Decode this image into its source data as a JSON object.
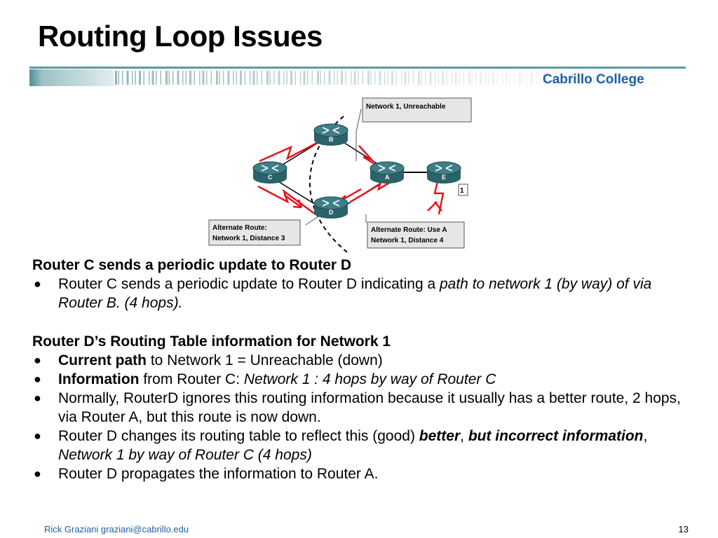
{
  "title": "Routing Loop Issues",
  "college": "Cabrillo College",
  "diagram": {
    "routers": [
      {
        "label": "B"
      },
      {
        "label": "C"
      },
      {
        "label": "A"
      },
      {
        "label": "E"
      },
      {
        "label": "D"
      }
    ],
    "network_tag": "1",
    "callouts": {
      "top": "Network 1, Unreachable",
      "left_line1": "Alternate Route:",
      "left_line2": "Network 1, Distance 3",
      "right_line1": "Alternate Route: Use A",
      "right_line2": "Network 1, Distance 4"
    },
    "colors": {
      "link": "#e8131c",
      "router": "#3e7e86",
      "callout_bg": "#e6e6e6"
    }
  },
  "section1": {
    "heading": "Router C sends a periodic update to Router D",
    "b1_text": "Router C sends a periodic update to Router D indicating a ",
    "b1_italic": "path to network 1 (by way) of via Router B. (4 hops)."
  },
  "section2": {
    "heading": "Router D’s Routing Table information for Network 1",
    "b1_bold": "Current path",
    "b1_text": " to Network 1 = Unreachable (down)",
    "b2_bold": "Information",
    "b2_text": " from Router C:  ",
    "b2_italic": "Network 1 : 4 hops by way of Router C",
    "b3_text": "Normally, RouterD ignores this routing information because it usually has a better route, 2 hops, via Router A, but this route is now down.",
    "b4_text": "Router D changes its routing table to reflect this (good) ",
    "b4_bi1": "better",
    "b4_comma": ", ",
    "b4_bi2": "but incorrect information",
    "b4_comma2": ", ",
    "b4_italic": "Network 1 by way of Router C (4 hops)",
    "b5_text": "Router D propagates the information to Router A."
  },
  "bullet_glyph": "●",
  "footer": {
    "author": "Rick Graziani  graziani@cabrillo.edu",
    "page": "13"
  }
}
